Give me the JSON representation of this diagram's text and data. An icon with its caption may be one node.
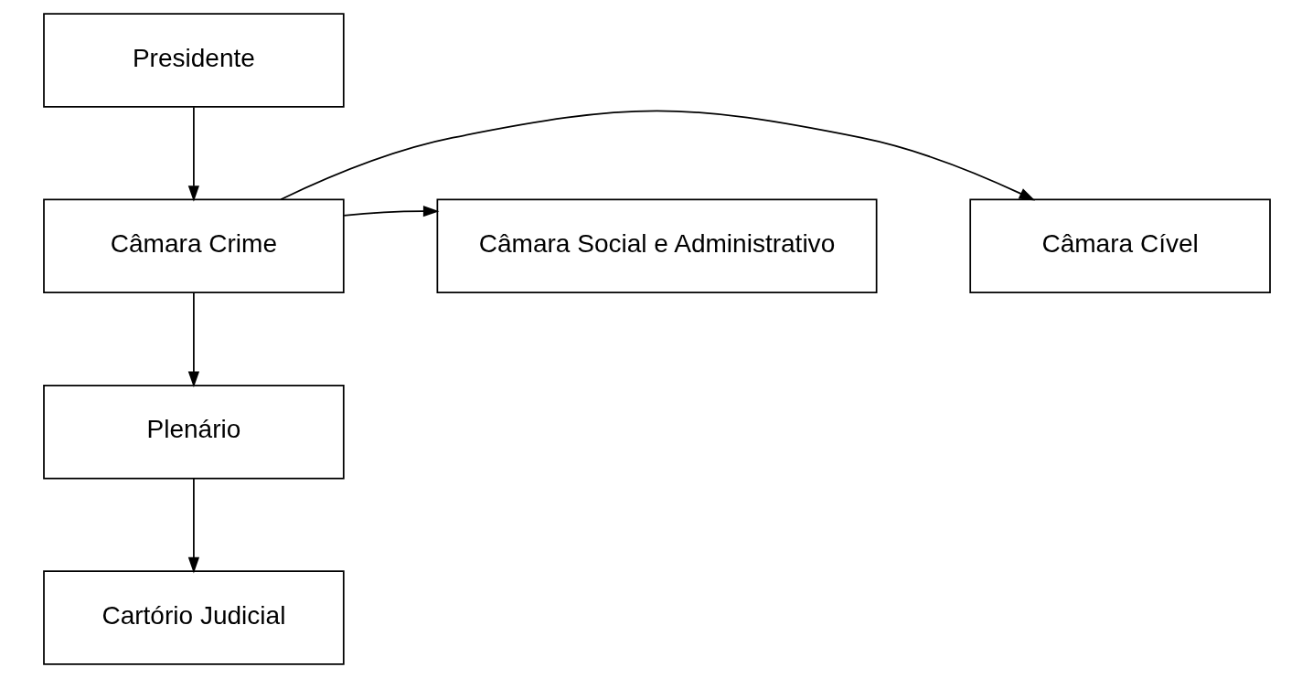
{
  "diagram": {
    "nodes": [
      {
        "text": [
          "Presidente"
        ]
      },
      {
        "text": [
          "Câmara Cível"
        ]
      },
      {
        "text": [
          "Câmara Crime"
        ]
      },
      {
        "text": [
          "Câmara Social e Administrativo"
        ]
      },
      {
        "text": [
          "Plenário"
        ]
      },
      {
        "text": [
          "Cartório Judicial"
        ]
      }
    ],
    "edges": [
      {
        "from": 0,
        "to": 2,
        "arrow": "to"
      },
      {
        "from": 2,
        "to": 1,
        "arrow": "to"
      },
      {
        "from": 2,
        "to": 3,
        "arrow": "to"
      },
      {
        "from": 2,
        "to": 4,
        "arrow": "to"
      },
      {
        "from": 4,
        "to": 5,
        "arrow": "to"
      }
    ]
  }
}
